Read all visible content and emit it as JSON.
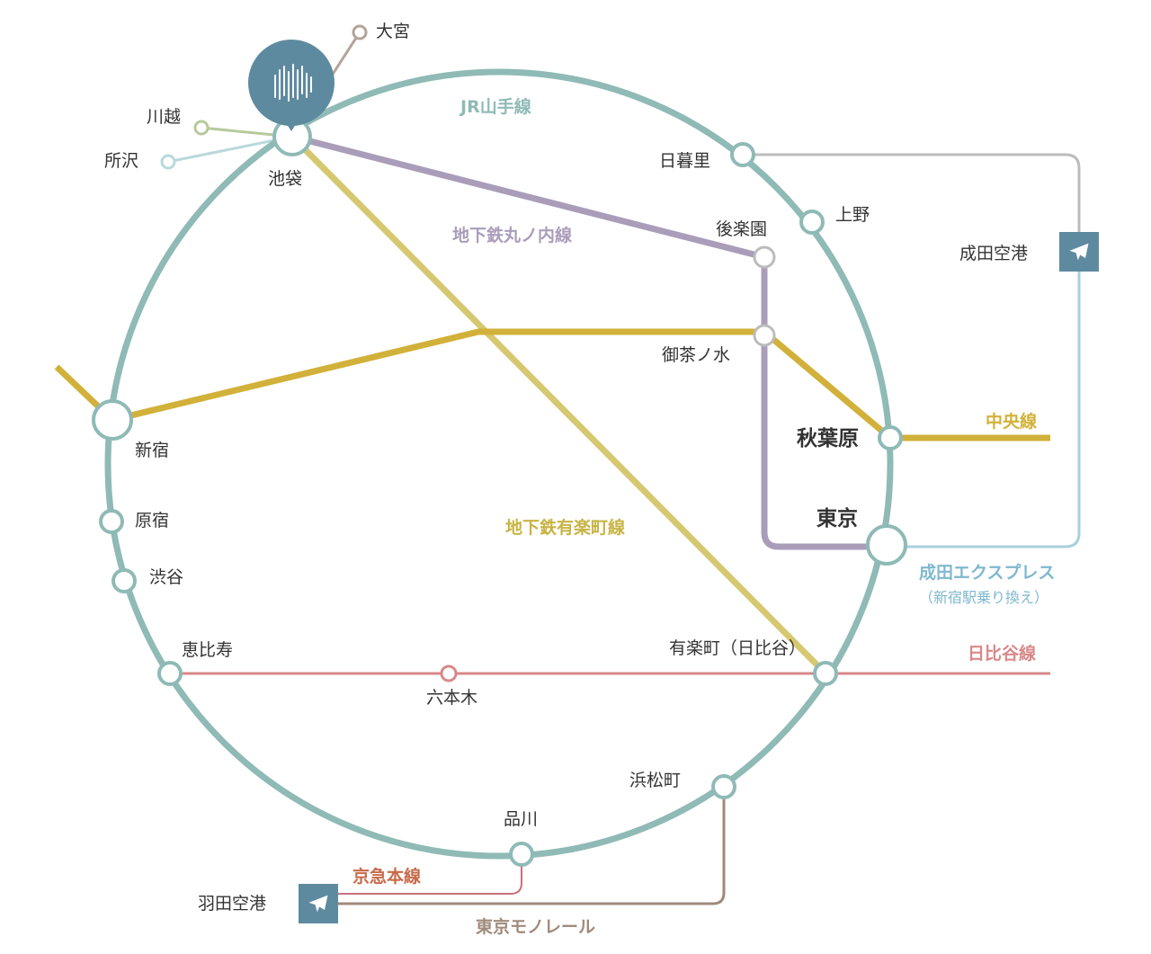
{
  "colors": {
    "yamanote": "#8fbab6",
    "marunouchi": "#a99dba",
    "yurakucho": "#d6c870",
    "chuo": "#d2b13a",
    "hibiya": "#d9888a",
    "narita_express": "#a9cfdc",
    "narita_link": "#bcbcbc",
    "monorail": "#a08a7b",
    "keikyu": "#cc6f7b",
    "omiya": "#b3a49a",
    "kawagoe": "#b7c99c",
    "tokorozawa": "#b9d9dc",
    "brand": "#5e8aa0"
  },
  "lines": {
    "yamanote": "JR山手線",
    "marunouchi": "地下鉄丸ノ内線",
    "yurakucho": "地下鉄有楽町線",
    "chuo": "中央線",
    "hibiya": "日比谷線",
    "narita_express": "成田エクスプレス",
    "narita_express_note": "（新宿駅乗り換え）",
    "keikyu": "京急本線",
    "monorail": "東京モノレール"
  },
  "stations": {
    "omiya": "大宮",
    "kawagoe": "川越",
    "tokorozawa": "所沢",
    "ikebukuro": "池袋",
    "nippori": "日暮里",
    "ueno": "上野",
    "korakuen": "後楽園",
    "ochanomizu": "御茶ノ水",
    "akihabara": "秋葉原",
    "tokyo": "東京",
    "shinjuku": "新宿",
    "harajuku": "原宿",
    "shibuya": "渋谷",
    "ebisu": "恵比寿",
    "roppongi": "六本木",
    "yurakucho": "有楽町（日比谷）",
    "hamamatsucho": "浜松町",
    "shinagawa": "品川"
  },
  "airports": {
    "narita": "成田空港",
    "haneda": "羽田空港",
    "icon": "airplane-icon"
  },
  "marker": {
    "icon": "building-logo-icon"
  }
}
